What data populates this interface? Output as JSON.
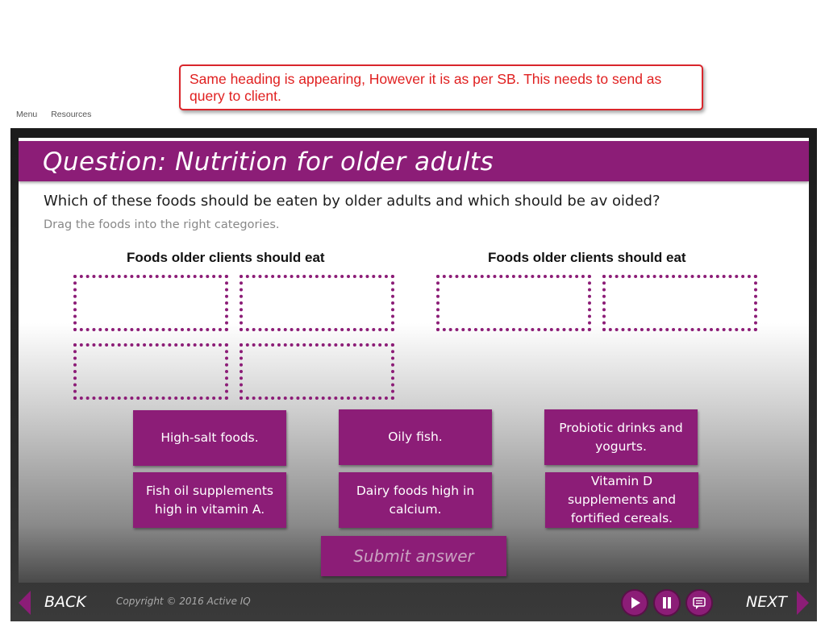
{
  "annotation": {
    "text": "Same heading is appearing, However it is as per SB. This needs to send as query to client."
  },
  "topnav": {
    "menu": "Menu",
    "resources": "Resources"
  },
  "slide": {
    "title": "Question: Nutrition for older adults",
    "question": "Which of these foods should be eaten by older adults and which should be av oided?",
    "instruction": "Drag the foods into the right categories.",
    "categories": [
      {
        "heading": "Foods older clients should eat"
      },
      {
        "heading": "Foods older clients should eat"
      }
    ],
    "tiles": [
      "High-salt foods.",
      "Oily fish.",
      "Probiotic drinks and yogurts.",
      "Fish oil supplements high in vitamin A.",
      "Dairy foods high in calcium.",
      "Vitamin D supplements and fortified cereals."
    ],
    "submit_label": "Submit answer"
  },
  "footer": {
    "back_label": "BACK",
    "next_label": "NEXT",
    "copyright": "Copyright © 2016 Active IQ"
  },
  "colors": {
    "accent": "#8c1d77",
    "annotation": "#e02020"
  },
  "icons": [
    "play-icon",
    "pause-icon",
    "transcript-icon",
    "back-arrow-icon",
    "next-arrow-icon"
  ]
}
